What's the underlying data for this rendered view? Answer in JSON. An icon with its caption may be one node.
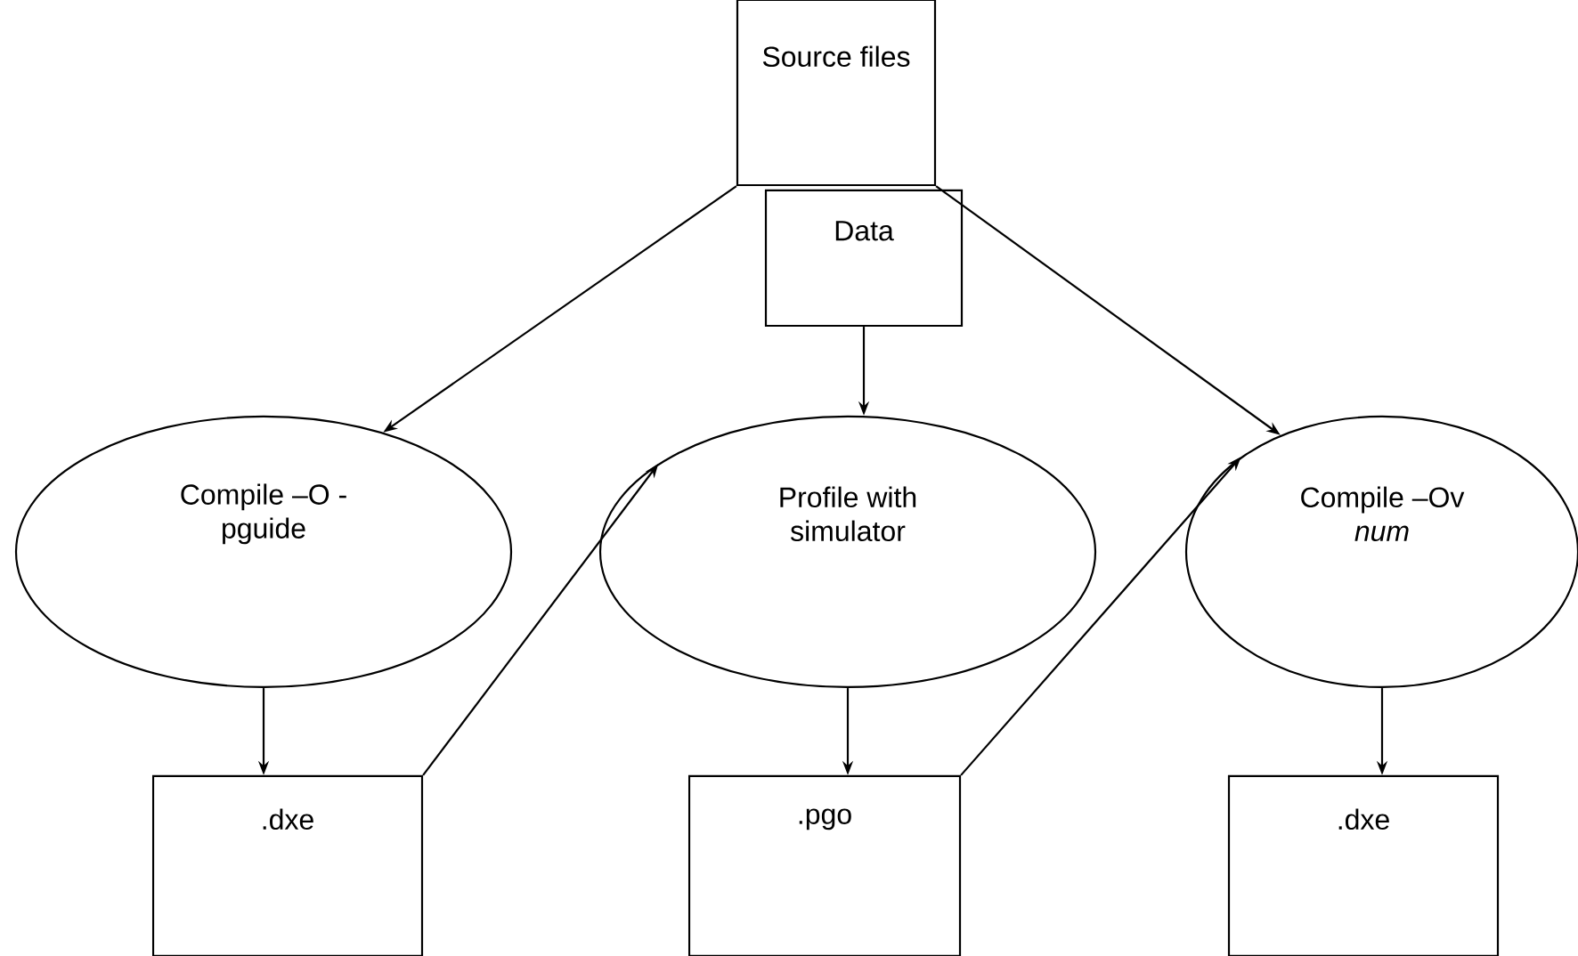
{
  "diagram": {
    "nodes": [
      {
        "text": [
          "Source files"
        ]
      },
      {
        "text": [
          "Data"
        ]
      },
      {
        "text": [
          "Compile –O - pguide"
        ]
      },
      {
        "text": [
          "Profile with simulator"
        ]
      },
      {
        "text": [
          "Compile –Ov *num*"
        ]
      },
      {
        "text": [
          ".dxe"
        ]
      },
      {
        "text": [
          ".pgo"
        ]
      },
      {
        "text": [
          ".dxe"
        ]
      }
    ],
    "edges": [
      {
        "from": 0,
        "to": 2,
        "arrow": "to"
      },
      {
        "from": 0,
        "to": 4,
        "arrow": "to"
      },
      {
        "from": 1,
        "to": 3,
        "arrow": "to"
      },
      {
        "from": 2,
        "to": 5,
        "arrow": "to"
      },
      {
        "from": 5,
        "to": 3,
        "arrow": "to"
      },
      {
        "from": 3,
        "to": 6,
        "arrow": "to"
      },
      {
        "from": 6,
        "to": 4,
        "arrow": "to"
      },
      {
        "from": 4,
        "to": 7,
        "arrow": "to"
      }
    ]
  }
}
